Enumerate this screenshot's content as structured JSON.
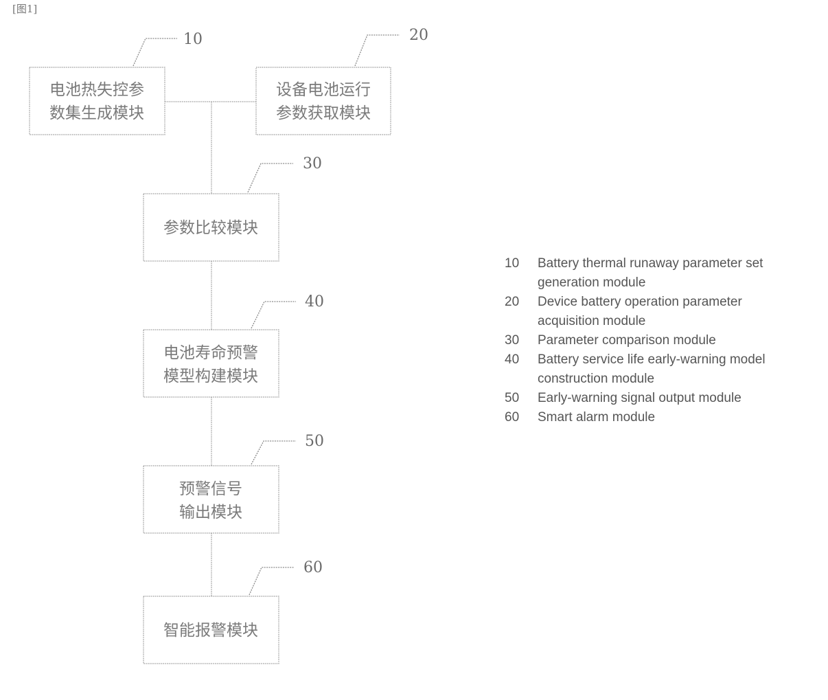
{
  "figure_label": "[图1]",
  "modules": [
    {
      "number": "10",
      "line1": "电池热失控参",
      "line2": "数集生成模块"
    },
    {
      "number": "20",
      "line1": "设备电池运行",
      "line2": "参数获取模块"
    },
    {
      "number": "30",
      "line1": "参数比较模块",
      "line2": ""
    },
    {
      "number": "40",
      "line1": "电池寿命预警",
      "line2": "模型构建模块"
    },
    {
      "number": "50",
      "line1": "预警信号",
      "line2": "输出模块"
    },
    {
      "number": "60",
      "line1": "智能报警模块",
      "line2": ""
    }
  ],
  "legend": [
    {
      "number": "10",
      "text": "Battery thermal runaway parameter set generation module"
    },
    {
      "number": "20",
      "text": "Device battery operation parameter acquisition module"
    },
    {
      "number": "30",
      "text": "Parameter comparison module"
    },
    {
      "number": "40",
      "text": "Battery service life early-warning model construction module"
    },
    {
      "number": "50",
      "text": "Early-warning signal output module"
    },
    {
      "number": "60",
      "text": "Smart alarm module"
    }
  ]
}
